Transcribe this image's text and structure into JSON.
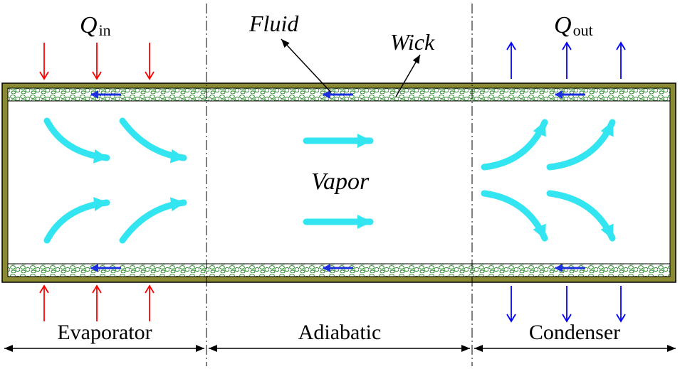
{
  "labels": {
    "q_in_main": "Q",
    "q_in_sub": "in",
    "q_out_main": "Q",
    "q_out_sub": "out",
    "fluid": "Fluid",
    "wick": "Wick",
    "vapor": "Vapor"
  },
  "sections": [
    {
      "name": "Evaporator"
    },
    {
      "name": "Adiabatic"
    },
    {
      "name": "Condenser"
    }
  ],
  "colors": {
    "heat_in": "#ff0000",
    "heat_out": "#0000ff",
    "vapor_flow": "#33e5f0",
    "fluid_flow": "#1e2fe0",
    "wall": "#8a8a32",
    "wick": "#2e8b2e",
    "outline": "#000000"
  },
  "icons": {
    "heat_in": "arrow-down-red",
    "heat_out": "arrow-up-blue",
    "vapor": "curved-arrow-cyan",
    "fluid": "arrow-left-blue"
  }
}
